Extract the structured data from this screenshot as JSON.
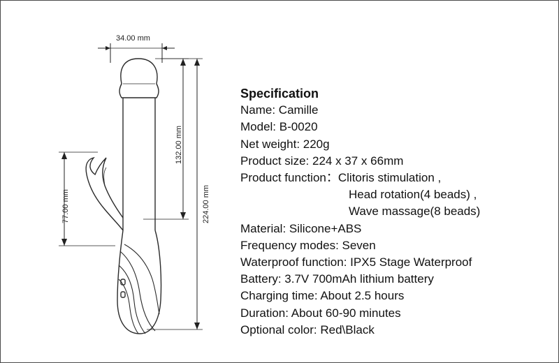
{
  "dimensions": {
    "width": "34.00 mm",
    "head_length": "132.00 mm",
    "total_length": "224.00 mm",
    "arm_length": "77.00 mm"
  },
  "spec": {
    "heading": "Specification",
    "name": "Name: Camille",
    "model": "Model: B-0020",
    "net_weight": "Net weight: 220g",
    "product_size": "Product size: 224 x 37 x 66mm",
    "function_label": "Product function：",
    "function_lines": [
      "Clitoris stimulation ,",
      "Head rotation(4 beads) ,",
      "Wave massage(8 beads)"
    ],
    "material": "Material: Silicone+ABS",
    "frequency": "Frequency modes: Seven",
    "waterproof": "Waterproof function: IPX5 Stage Waterproof",
    "battery": "Battery: 3.7V 700mAh lithium battery",
    "charging": "Charging time: About 2.5 hours",
    "duration": "Duration: About 60-90 minutes",
    "color": "Optional color: Red\\Black"
  }
}
